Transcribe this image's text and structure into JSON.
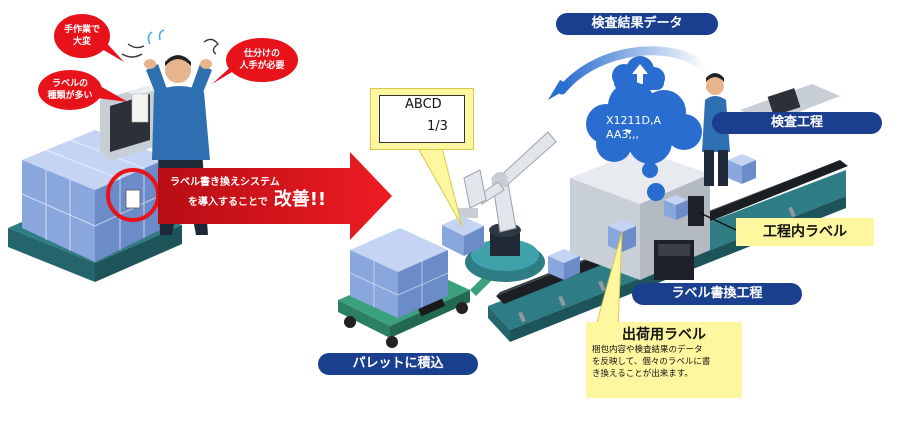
{
  "bubbles": {
    "handwork": [
      "手作業で",
      "大変"
    ],
    "label_kinds": [
      "ラベルの",
      "種類が多い"
    ],
    "sorting": [
      "仕分けの",
      "人手が必要"
    ]
  },
  "improvement_arrow": {
    "line1": "ラベル書き換えシステム",
    "line2": "を導入することで",
    "emphasis": "改善!!"
  },
  "label_card": {
    "title": "ABCD",
    "page": "1/3"
  },
  "inspection_data": {
    "title": "検査結果データ",
    "cloud_lines": [
      "X1211D,A",
      "AA3,,,"
    ]
  },
  "process_labels": {
    "inspection": "検査工程",
    "in_process": "工程内ラベル",
    "rewrite": "ラベル書換工程",
    "pallet": "パレットに積込"
  },
  "shipping_label": {
    "title": "出荷用ラベル",
    "lines": [
      "梱包内容や検査結果のデータ",
      "を反映して、個々のラベルに書",
      "き換えることが出来ます。"
    ]
  },
  "colors": {
    "navy": "#1a3f8f",
    "red": "#e8121b",
    "yellow": "#fff7a0",
    "teal": "#3b8f96",
    "box_blue": "#7f9fd8"
  }
}
